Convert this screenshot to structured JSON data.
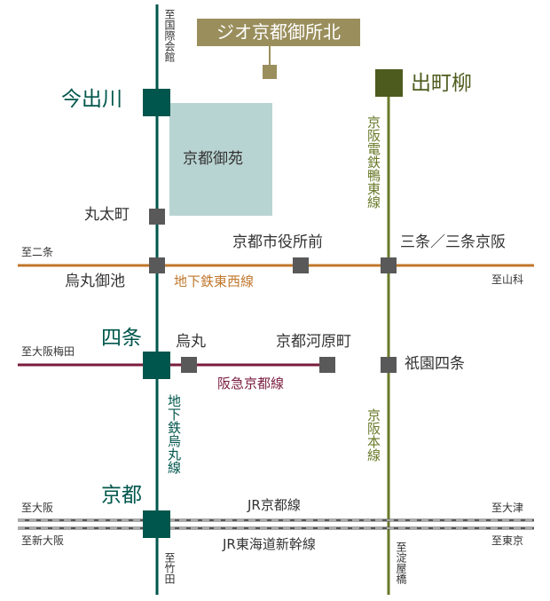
{
  "property": {
    "name": "ジオ京都御所北",
    "color": "#9a8e5c"
  },
  "park": {
    "label": "京都御苑",
    "color": "#b8d4d2"
  },
  "lines": {
    "karasuma": {
      "name": "地下鉄烏丸線",
      "color": "#00564c"
    },
    "tozai": {
      "name": "地下鉄東西線",
      "color": "#c0772b"
    },
    "hankyu": {
      "name": "阪急京都線",
      "color": "#7a1b3e"
    },
    "keihan_oto": {
      "name": "京阪電鉄鴨東線",
      "color": "#6a7a2a"
    },
    "keihan_main": {
      "name": "京阪本線",
      "color": "#6a7a2a"
    },
    "jr_kyoto": {
      "name": "JR京都線"
    },
    "jr_shinkansen": {
      "name": "JR東海道新幹線"
    }
  },
  "stations": {
    "imadegawa": "今出川",
    "marutamachi": "丸太町",
    "karasuma_oike": "烏丸御池",
    "shijo": "四条",
    "kyoto": "京都",
    "demachiyanagi": "出町柳",
    "kyoto_shiyakusho": "京都市役所前",
    "sanjo": "三条／三条京阪",
    "karasuma": "烏丸",
    "kawaramachi": "京都河原町",
    "gion_shijo": "祇園四条"
  },
  "directions": {
    "kokusai": "至国際会館",
    "nijo": "至二条",
    "yamashina": "至山科",
    "osaka_umeda": "至大阪梅田",
    "osaka": "至大阪",
    "shin_osaka": "至新大阪",
    "otsu": "至大津",
    "tokyo": "至東京",
    "takeda": "至竹田",
    "yodoyabashi": "至淀屋橋"
  },
  "colors": {
    "station_gray": "#595959",
    "karasuma_station": "#00564c",
    "demachi_station": "#4d5c1e",
    "jr_line": "#666666"
  }
}
